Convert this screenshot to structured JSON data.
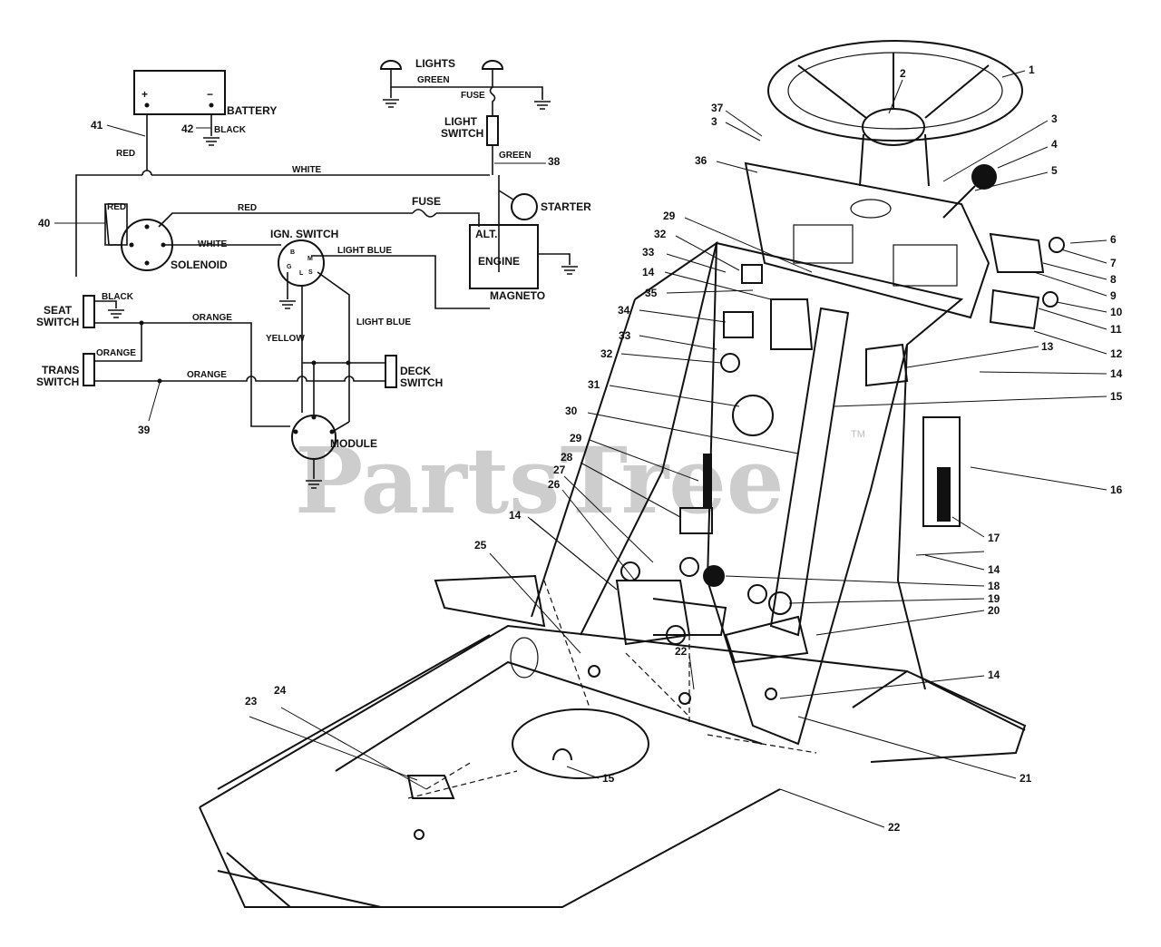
{
  "watermark": {
    "text": "PartsTree",
    "tm": "TM"
  },
  "wiring": {
    "battery": "BATTERY",
    "plus": "+",
    "minus": "−",
    "black": "BLACK",
    "red_batt": "RED",
    "white_top": "WHITE",
    "red_sol": "RED",
    "red_fuse_wire": "RED",
    "fuse_main": "FUSE",
    "solenoid": "SOLENOID",
    "white_sol": "WHITE",
    "ign_switch": "IGN. SWITCH",
    "light_blue_1": "LIGHT BLUE",
    "light_blue_2": "LIGHT BLUE",
    "yellow": "YELLOW",
    "lights": "LIGHTS",
    "green_lights": "GREEN",
    "fuse_lights": "FUSE",
    "light_switch_1": "LIGHT",
    "light_switch_2": "SWITCH",
    "green_switch": "GREEN",
    "starter": "STARTER",
    "alt": "ALT.",
    "engine": "ENGINE",
    "magneto": "MAGNETO",
    "seat_switch_1": "SEAT",
    "seat_switch_2": "SWITCH",
    "black_seat": "BLACK",
    "orange_1": "ORANGE",
    "orange_trans": "ORANGE",
    "orange_2": "ORANGE",
    "trans_switch_1": "TRANS",
    "trans_switch_2": "SWITCH",
    "deck_switch_1": "DECK",
    "deck_switch_2": "SWITCH",
    "module": "MODULE",
    "ign_terms": [
      "B",
      "M",
      "G",
      "L",
      "S"
    ],
    "callouts": {
      "c41": "41",
      "c42": "42",
      "c40": "40",
      "c38": "38",
      "c39": "39"
    }
  },
  "callouts": {
    "c1": "1",
    "c2": "2",
    "c3a": "3",
    "c3b": "3",
    "c4": "4",
    "c5": "5",
    "c6": "6",
    "c7": "7",
    "c8": "8",
    "c9": "9",
    "c10": "10",
    "c11": "11",
    "c12": "12",
    "c13": "13",
    "c14a": "14",
    "c14b": "14",
    "c14c": "14",
    "c14d": "14",
    "c14e": "14",
    "c15a": "15",
    "c15b": "15",
    "c16": "16",
    "c17": "17",
    "c18": "18",
    "c19": "19",
    "c20": "20",
    "c21": "21",
    "c22a": "22",
    "c22b": "22",
    "c23": "23",
    "c24": "24",
    "c25": "25",
    "c26": "26",
    "c27": "27",
    "c28": "28",
    "c29a": "29",
    "c29b": "29",
    "c30": "30",
    "c31": "31",
    "c32a": "32",
    "c32b": "32",
    "c33a": "33",
    "c33b": "33",
    "c34": "34",
    "c35": "35",
    "c36": "36",
    "c37": "37"
  }
}
